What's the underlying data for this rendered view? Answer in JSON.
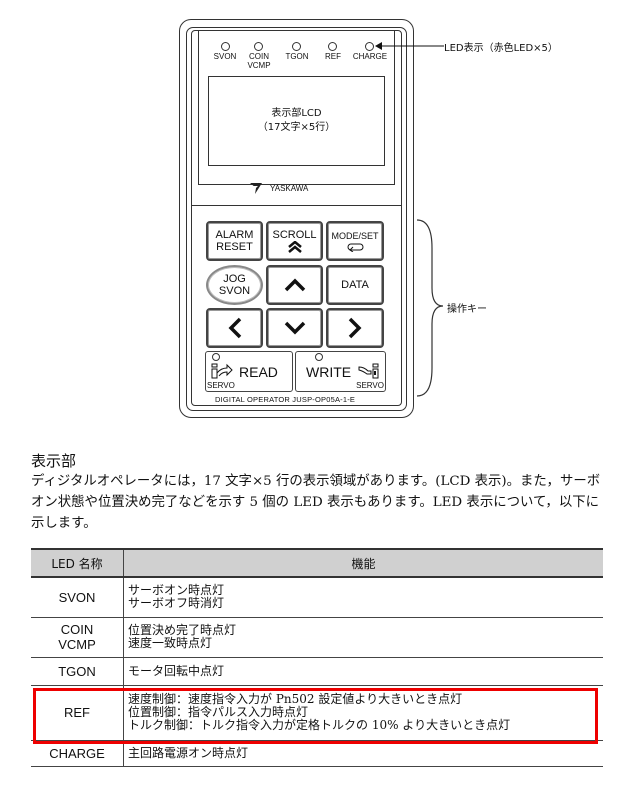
{
  "diagram": {
    "leds": [
      {
        "label": "SVON"
      },
      {
        "label": "COIN\nVCMP",
        "line1": "COIN",
        "line2": "VCMP"
      },
      {
        "label": "TGON"
      },
      {
        "label": "REF"
      },
      {
        "label": "CHARGE"
      }
    ],
    "led_callout": "LED表示（赤色LED×5）",
    "lcd_line1": "表示部LCD",
    "lcd_line2": "（17文字×5行）",
    "brand": "YASKAWA",
    "keys": {
      "alarm_reset_1": "ALARM",
      "alarm_reset_2": "RESET",
      "scroll": "SCROLL",
      "scroll_icon": "double-up-chevron",
      "mode_set": "MODE/SET",
      "mode_set_icon": "return-arrow",
      "jog_1": "JOG",
      "jog_2": "SVON",
      "up": "∧",
      "data": "DATA",
      "left": "<",
      "down": "∨",
      "right": ">",
      "read": "READ",
      "write": "WRITE",
      "servo": "SERVO"
    },
    "keys_callout": "操作キー",
    "model": "DIGITAL OPERATOR JUSP-OP05A-1-E"
  },
  "section": {
    "heading": "表示部",
    "paragraph": "ディジタルオペレータには，17 文字×5 行の表示領域があります。(LCD 表示)。また，サーボオン状態や位置決め完了などを示す 5 個の LED 表示もあります。LED 表示について，以下に示します。"
  },
  "table": {
    "headers": [
      "LED 名称",
      "機能"
    ],
    "rows": [
      {
        "name1": "SVON",
        "name2": "",
        "lines": [
          "サーボオン時点灯",
          "サーボオフ時消灯"
        ]
      },
      {
        "name1": "COIN",
        "name2": "VCMP",
        "lines": [
          "位置決め完了時点灯",
          "速度一致時点灯"
        ]
      },
      {
        "name1": "TGON",
        "name2": "",
        "lines": [
          "モータ回転中点灯"
        ]
      },
      {
        "name1": "REF",
        "name2": "",
        "lines": [
          "速度制御：速度指令入力が Pn502 設定値より大きいとき点灯",
          "位置制御：指令パルス入力時点灯",
          "トルク制御：トルク指令入力が定格トルクの 10% より大きいとき点灯"
        ],
        "highlighted": true
      },
      {
        "name1": "CHARGE",
        "name2": "",
        "lines": [
          "主回路電源オン時点灯"
        ]
      }
    ],
    "highlight_color": "#e00000"
  }
}
